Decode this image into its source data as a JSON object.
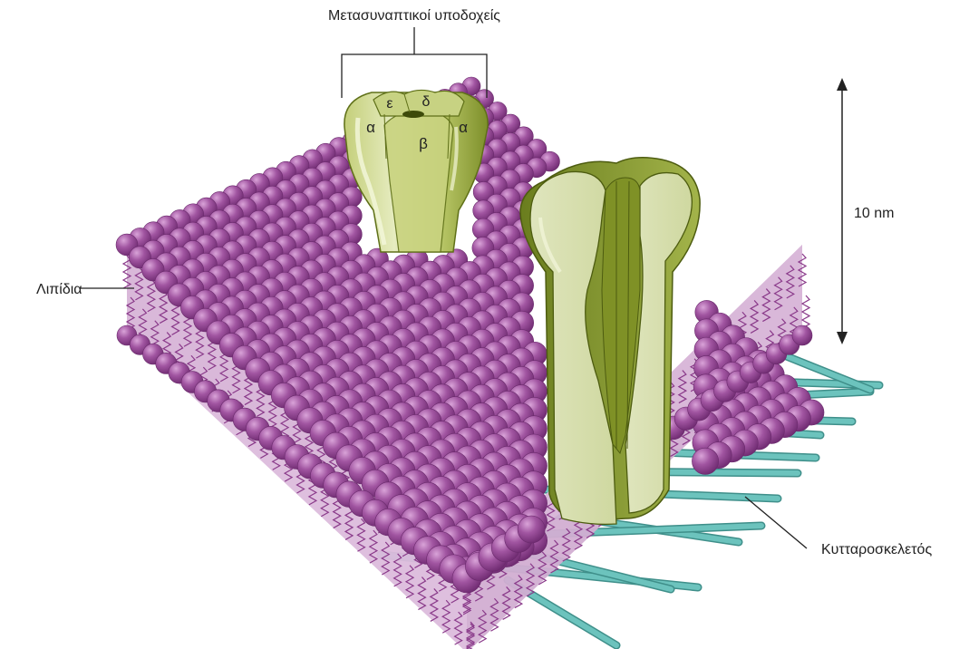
{
  "labels": {
    "receptors": "Μετασυναπτικοί υποδοχείς",
    "lipids": "Λιπίδια",
    "scale": "10 nm",
    "cytoskeleton": "Κυτταροσκελετός"
  },
  "subunits": {
    "epsilon": "ε",
    "delta": "δ",
    "alpha_left": "α",
    "beta": "β",
    "alpha_right": "α"
  },
  "colors": {
    "lipid_head": "#8e3f8f",
    "lipid_head_highlight": "#c98cc8",
    "lipid_body": "#d8b7d8",
    "lipid_tail": "#8a3a8a",
    "receptor_light": "#dfe6b4",
    "receptor_mid": "#b5c268",
    "receptor_dark": "#6e7f22",
    "cytoskeleton": "#6cc3bd",
    "line": "#222222"
  },
  "icons": {
    "scale_arrow": "double-arrow-vertical-icon"
  }
}
